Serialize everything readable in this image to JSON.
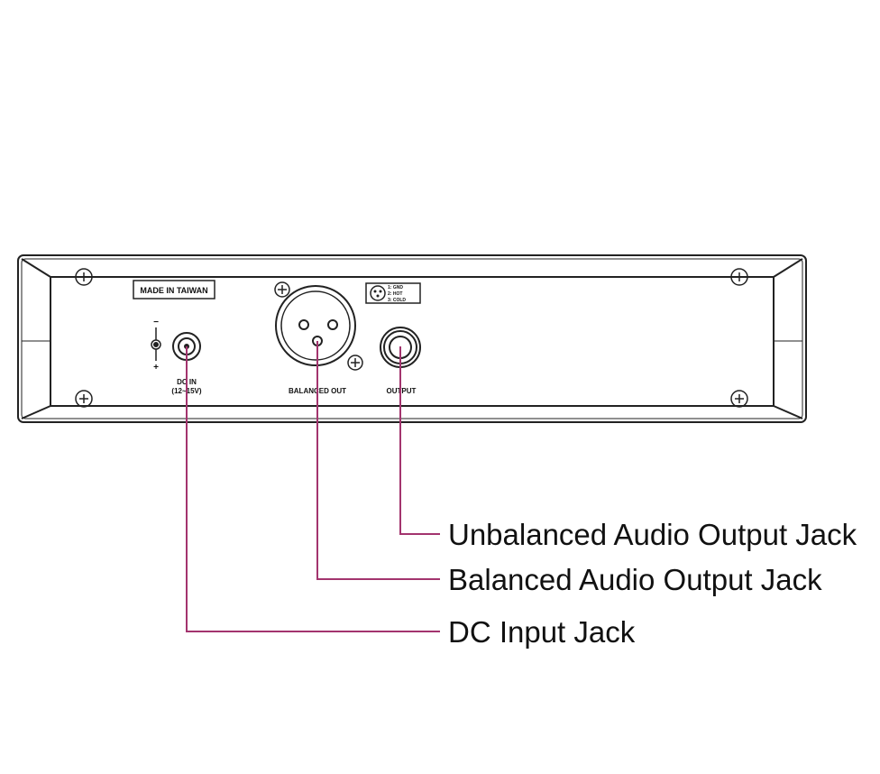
{
  "panel": {
    "made_in": "MADE IN TAIWAN",
    "dc_in_line1": "DC IN",
    "dc_in_line2": "(12~15V)",
    "polarity_minus": "−",
    "polarity_plus": "+",
    "balanced_out": "BALANCED OUT",
    "output": "OUTPUT",
    "pin1": "1: GND",
    "pin2": "2: HOT",
    "pin3": "3: COLD"
  },
  "callouts": [
    {
      "label": "Unbalanced Audio Output Jack"
    },
    {
      "label": "Balanced Audio Output Jack"
    },
    {
      "label": "DC Input Jack"
    }
  ],
  "colors": {
    "callout_line": "#a3346e",
    "outline": "#222222"
  }
}
